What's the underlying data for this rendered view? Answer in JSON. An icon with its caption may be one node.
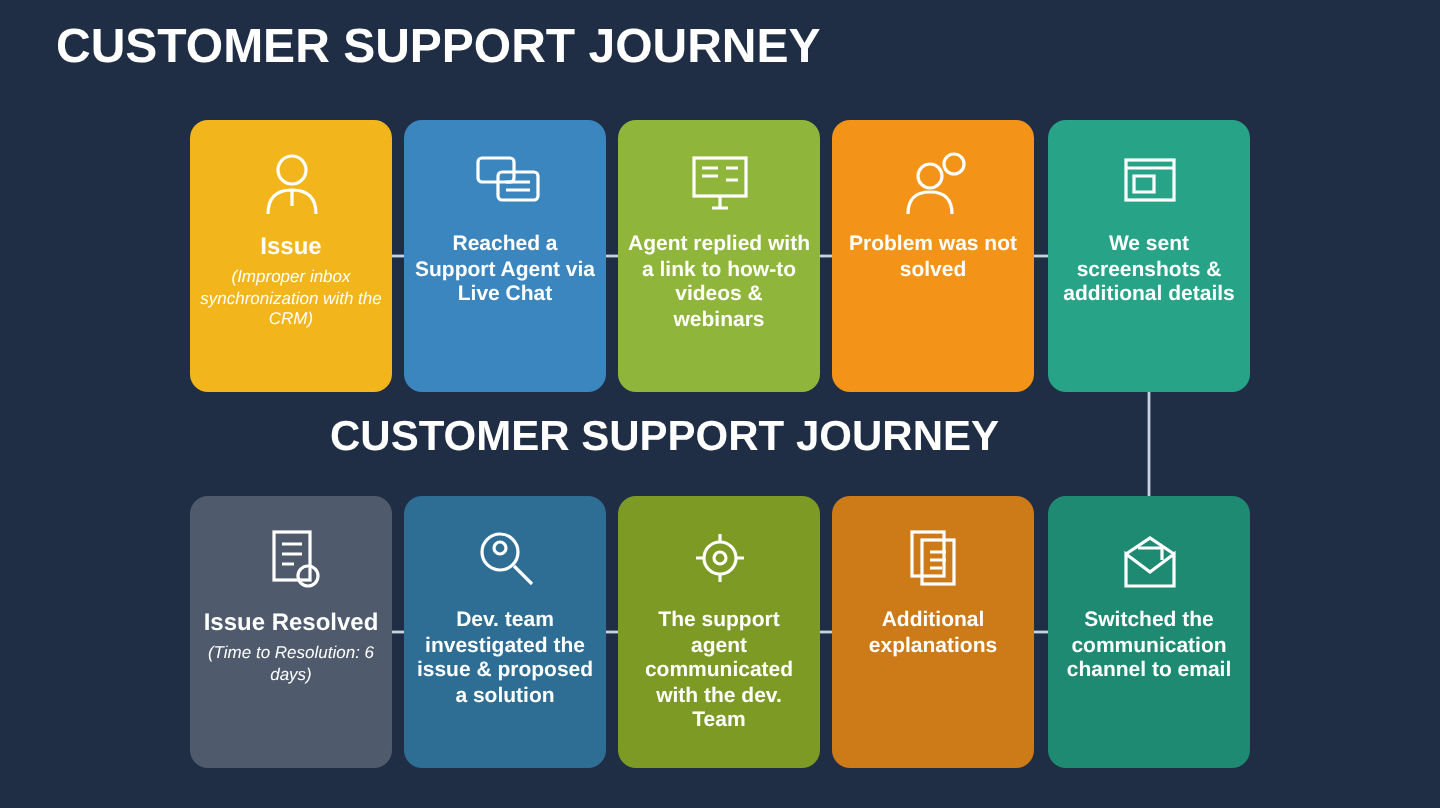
{
  "diagram": {
    "title": "CUSTOMER SUPPORT JOURNEY",
    "nodes": [
      {
        "text": [
          "Issue",
          "(Improper inbox synchronization with the CRM)"
        ]
      },
      {
        "text": [
          "Reached a Support Agent via Live Chat"
        ]
      },
      {
        "text": [
          "Agent replied with a link to how-to videos & webinars"
        ]
      },
      {
        "text": [
          "Problem was not solved"
        ]
      },
      {
        "text": [
          "We sent screenshots & additional details"
        ]
      },
      {
        "text": [
          "Issue Resolved",
          "(Time to Resolution: 6 days)"
        ]
      },
      {
        "text": [
          "Dev. team investigated the issue & proposed a solution"
        ]
      },
      {
        "text": [
          "The support agent communicated with the dev. Team"
        ]
      },
      {
        "text": [
          "Additional explanations"
        ]
      },
      {
        "text": [
          "Switched the communication channel to email"
        ]
      }
    ],
    "edges": [
      {
        "from": 0,
        "to": 1,
        "arrow": "none"
      },
      {
        "from": 1,
        "to": 2,
        "arrow": "none"
      },
      {
        "from": 2,
        "to": 3,
        "arrow": "none"
      },
      {
        "from": 3,
        "to": 4,
        "arrow": "none"
      },
      {
        "from": 4,
        "to": 9,
        "arrow": "none"
      },
      {
        "from": 9,
        "to": 8,
        "arrow": "none"
      },
      {
        "from": 8,
        "to": 7,
        "arrow": "none"
      },
      {
        "from": 7,
        "to": 6,
        "arrow": "none"
      },
      {
        "from": 6,
        "to": 5,
        "arrow": "none"
      }
    ],
    "labels": [
      "CUSTOMER SUPPORT JOURNEY"
    ]
  }
}
